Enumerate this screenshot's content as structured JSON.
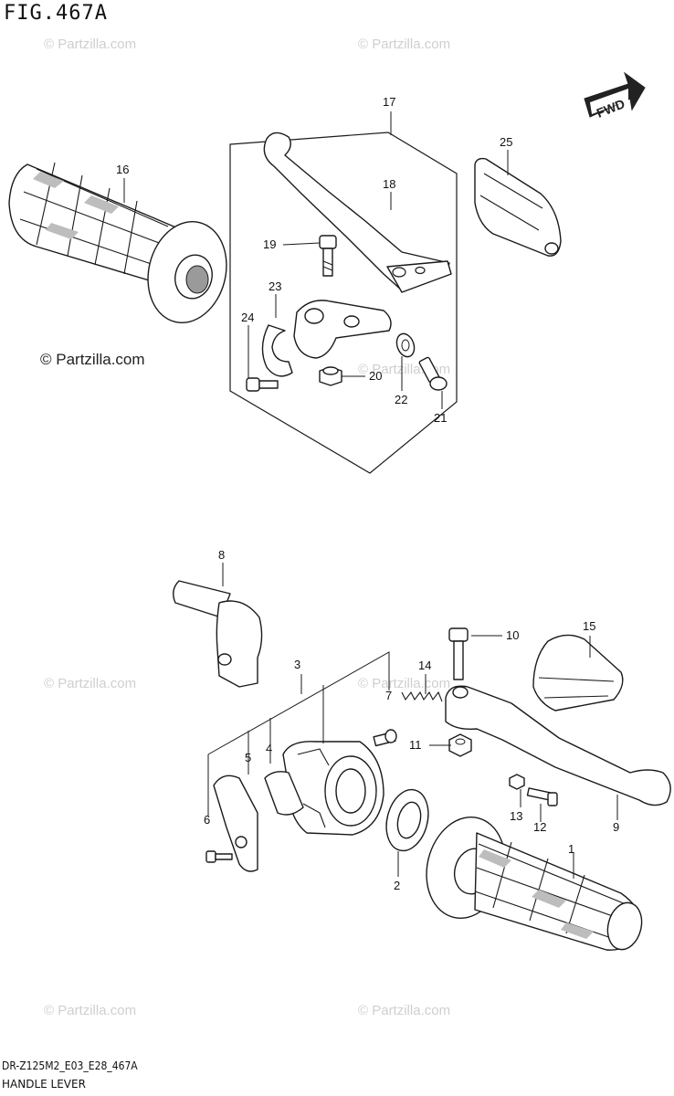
{
  "figure_title": "FIG.467A",
  "watermarks": {
    "light": "© Partzilla.com",
    "dark": "© Partzilla.com"
  },
  "fwd_label": "FWD",
  "callouts": [
    "1",
    "2",
    "3",
    "4",
    "5",
    "6",
    "7",
    "8",
    "9",
    "10",
    "11",
    "12",
    "13",
    "14",
    "15",
    "16",
    "17",
    "18",
    "19",
    "20",
    "21",
    "22",
    "23",
    "24",
    "25"
  ],
  "footer": {
    "code": "DR-Z125M2_E03_E28_467A",
    "name": "HANDLE LEVER"
  }
}
